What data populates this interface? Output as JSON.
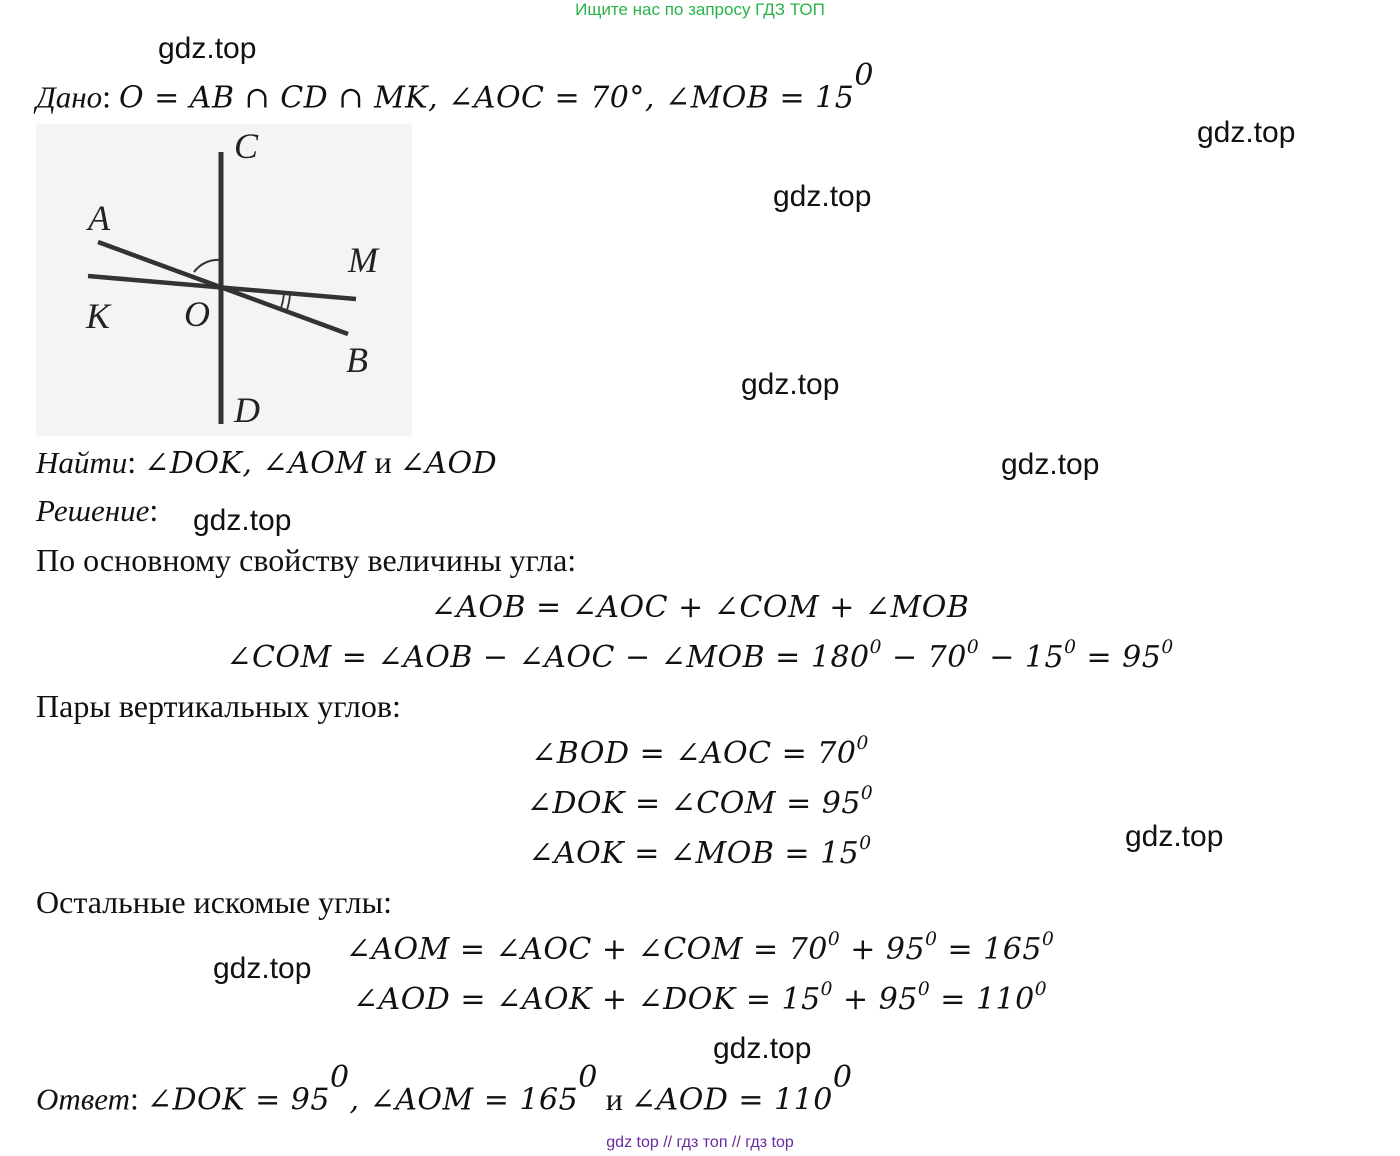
{
  "banner": "Ищите нас по запросу ГДЗ ТОП",
  "watermark": "gdz.top",
  "given": {
    "label": "Дано",
    "expr": "O = AB ∩ CD ∩ MK, ∠AOC =  70°, ∠MOB =  15",
    "exp": "0"
  },
  "figure": {
    "labels": {
      "A": "A",
      "B": "B",
      "C": "C",
      "D": "D",
      "K": "K",
      "M": "M",
      "O": "O"
    }
  },
  "find": {
    "label": "Найти",
    "expr1": "∠DOK, ∠AOM",
    "conj": "и",
    "expr2": "∠AOD"
  },
  "solution_label": "Решение",
  "text1": "По основному свойству величины угла:",
  "eq1": "∠AOB = ∠AOC + ∠COM + ∠MOB",
  "eq2": {
    "a": "∠COM = ∠AOB − ∠AOC − ∠MOB = 180",
    "b": " − 70",
    "c": " − 15",
    "d": " = 95",
    "exp": "0"
  },
  "text2": "Пары вертикальных углов:",
  "eq3": {
    "a": "∠BOD = ∠AOC = 70",
    "exp": "0"
  },
  "eq4": {
    "a": "∠DOK = ∠COM = 95",
    "exp": "0"
  },
  "eq5": {
    "a": "∠AOK = ∠MOB = 15",
    "exp": "0"
  },
  "text3": "Остальные искомые углы:",
  "eq6": {
    "a": "∠AOM = ∠AOC + ∠COM = 70",
    "b": " + 95",
    "c": " = 165",
    "exp": "0"
  },
  "eq7": {
    "a": "∠AOD = ∠AOK + ∠DOK = 15",
    "b": " + 95",
    "c": " = 110",
    "exp": "0"
  },
  "answer": {
    "label": "Ответ",
    "a": "∠DOK = 95",
    "b": ", ∠AOM = 165",
    "conj": "и",
    "c": "∠AOD = 110",
    "exp": "0"
  },
  "footer": "gdz top  //  гдз топ  //  гдз top"
}
